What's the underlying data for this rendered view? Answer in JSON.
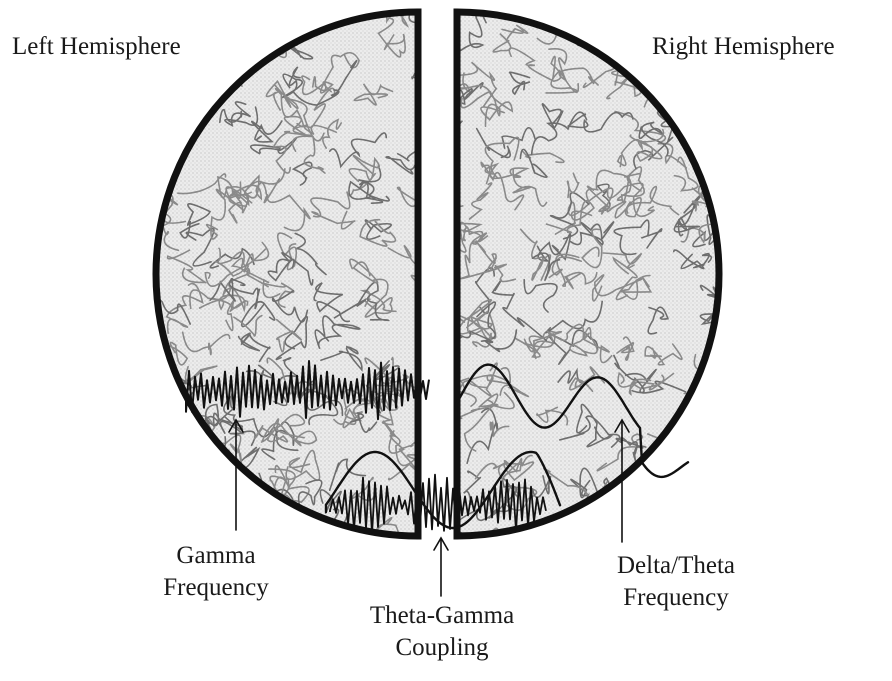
{
  "labels": {
    "left_hemisphere": "Left Hemisphere",
    "right_hemisphere": "Right Hemisphere",
    "gamma": [
      "Gamma",
      "Frequency"
    ],
    "theta_gamma": [
      "Theta-Gamma",
      "Coupling"
    ],
    "delta_theta": [
      "Delta/Theta",
      "Frequency"
    ]
  },
  "colors": {
    "outline": "#111111",
    "brain_fill": "#e9e9e9",
    "gyri": "#8a8a8a",
    "wave": "#111111"
  }
}
